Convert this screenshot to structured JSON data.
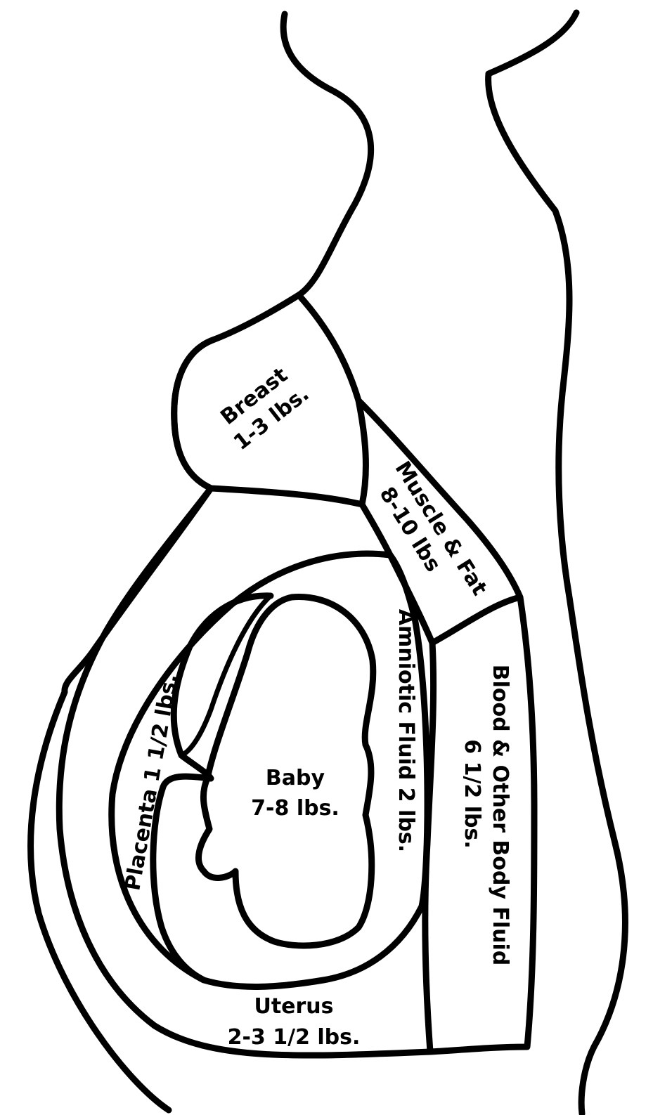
{
  "labels": {
    "breast": {
      "name": "Breast",
      "weight": "1-3 lbs."
    },
    "muscle_fat": {
      "name": "Muscle & Fat",
      "weight": "8-10 lbs"
    },
    "amniotic_fluid": "Amniotic Fluid 2 lbs.",
    "blood_fluid": {
      "name": "Blood & Other Body Fluid",
      "weight": "6 1/2 lbs."
    },
    "placenta": "Placenta 1 1/2 lbs.",
    "baby": {
      "name": "Baby",
      "weight": "7-8 lbs."
    },
    "uterus": {
      "name": "Uterus",
      "weight": "2-3 1/2 lbs."
    }
  }
}
